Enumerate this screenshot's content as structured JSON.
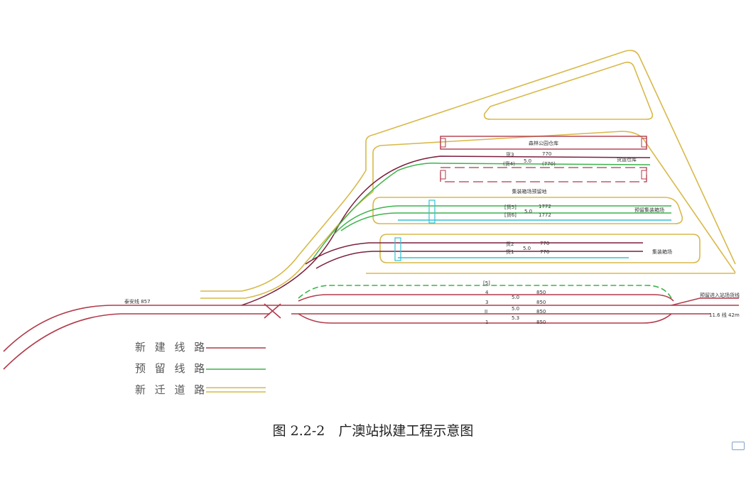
{
  "colors": {
    "new_line": "#b23a4a",
    "reserved_line": "#3cb44b",
    "relocated_line": "#d8b94a",
    "dark_line": "#5a1a3a",
    "cyan_line": "#33c2d4"
  },
  "labels": {
    "main_line": "泰安线 857",
    "top_building": "森林公园仓库",
    "line_pair_a_top": "货3",
    "line_pair_a_bottom": "(货4)",
    "val_a_mid": "5.0",
    "val_a_top": "770",
    "val_a_bottom": "(770)",
    "right_label_a": "货运仓库",
    "middle_area": "集装箱场预留地",
    "pair_b_top": "[货5]",
    "pair_b_bottom": "[货6]",
    "val_b_mid": "5.0",
    "val_b_top": "1772",
    "val_b_bottom": "1772",
    "right_label_b": "预留集装箱场",
    "pair_c_top": "货2",
    "pair_c_bottom": "货1",
    "val_c_mid": "5.0",
    "val_c_top": "770",
    "val_c_bottom": "770",
    "right_label_c": "集装箱场",
    "track_header": "[5]",
    "track4": "4",
    "track3": "3",
    "track2": "II",
    "track1": "1",
    "spacing_a": "5.0",
    "spacing_b": "5.0",
    "spacing_c": "5.3",
    "len4": "850",
    "len3": "850",
    "len2": "850",
    "len1": "850",
    "right_top": "预留进入站场货线",
    "right_bottom": "11.6 线 42m"
  },
  "legend": [
    {
      "text": "新 建 线 路",
      "kind": "new_line"
    },
    {
      "text": "预 留 线 路",
      "kind": "reserved_line"
    },
    {
      "text": "新 迁 道 路",
      "kind": "relocated_line"
    }
  ],
  "caption": "图 2.2-2　广澳站拟建工程示意图"
}
